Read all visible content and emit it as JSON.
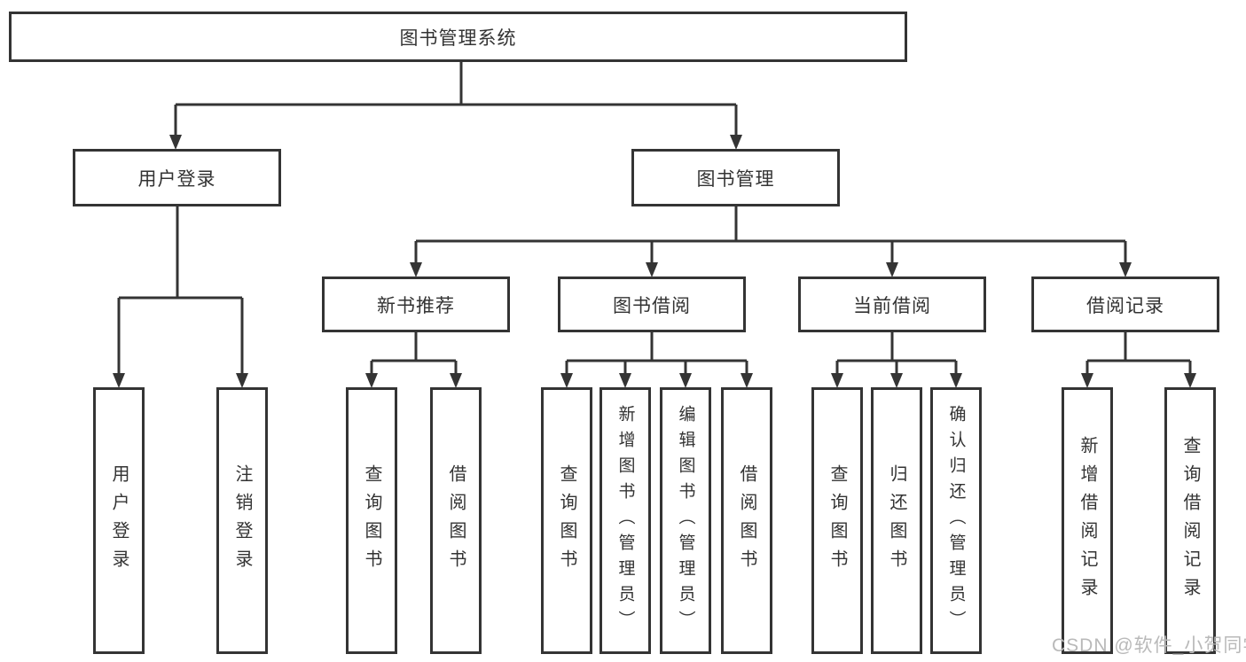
{
  "diagram": {
    "root": {
      "label": "图书管理系统"
    },
    "level2": [
      {
        "label": "用户登录"
      },
      {
        "label": "图书管理"
      }
    ],
    "level3": [
      {
        "label": "新书推荐"
      },
      {
        "label": "图书借阅"
      },
      {
        "label": "当前借阅"
      },
      {
        "label": "借阅记录"
      }
    ],
    "leaves": {
      "user_login": [
        {
          "label": "用户登录"
        },
        {
          "label": "注销登录"
        }
      ],
      "new_book_recommend": [
        {
          "label": "查询图书"
        },
        {
          "label": "借阅图书"
        }
      ],
      "book_borrowing": [
        {
          "label": "查询图书"
        },
        {
          "label": "新增图书（管理员）"
        },
        {
          "label": "编辑图书（管理员）"
        },
        {
          "label": "借阅图书"
        }
      ],
      "current_borrowing": [
        {
          "label": "查询图书"
        },
        {
          "label": "归还图书"
        },
        {
          "label": "确认归还（管理员）"
        }
      ],
      "borrowing_records": [
        {
          "label": "新增借阅记录"
        },
        {
          "label": "查询借阅记录"
        }
      ]
    }
  },
  "watermark": {
    "text": "CSDN @软件_小贺同学"
  },
  "colors": {
    "line": "#343434",
    "text": "#333333",
    "watermark": "#b9b9b9",
    "background": "#ffffff"
  }
}
